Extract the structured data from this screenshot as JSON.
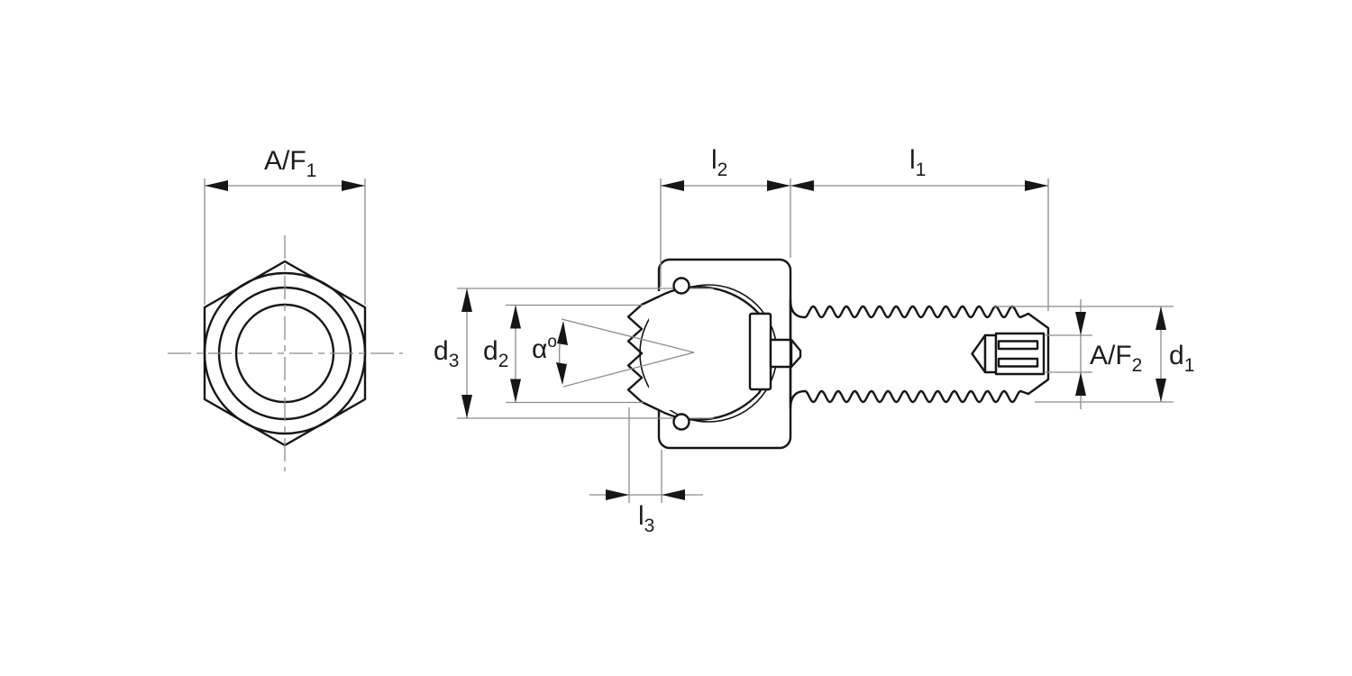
{
  "colors": {
    "background": "#ffffff",
    "outline": "#161616",
    "dimline": "#8c8c8c",
    "text": "#1c1c1e"
  },
  "labels": {
    "af1": {
      "main": "A/F",
      "sub": "1"
    },
    "l2": {
      "main": "l",
      "sub": "2"
    },
    "l1": {
      "main": "l",
      "sub": "1"
    },
    "d3": {
      "main": "d",
      "sub": "3"
    },
    "d2": {
      "main": "d",
      "sub": "2"
    },
    "alpha": {
      "main": "α",
      "sup": "o"
    },
    "af2": {
      "main": "A/F",
      "sub": "2"
    },
    "d1": {
      "main": "d",
      "sub": "1"
    },
    "l3": {
      "main": "l",
      "sub": "3"
    }
  }
}
